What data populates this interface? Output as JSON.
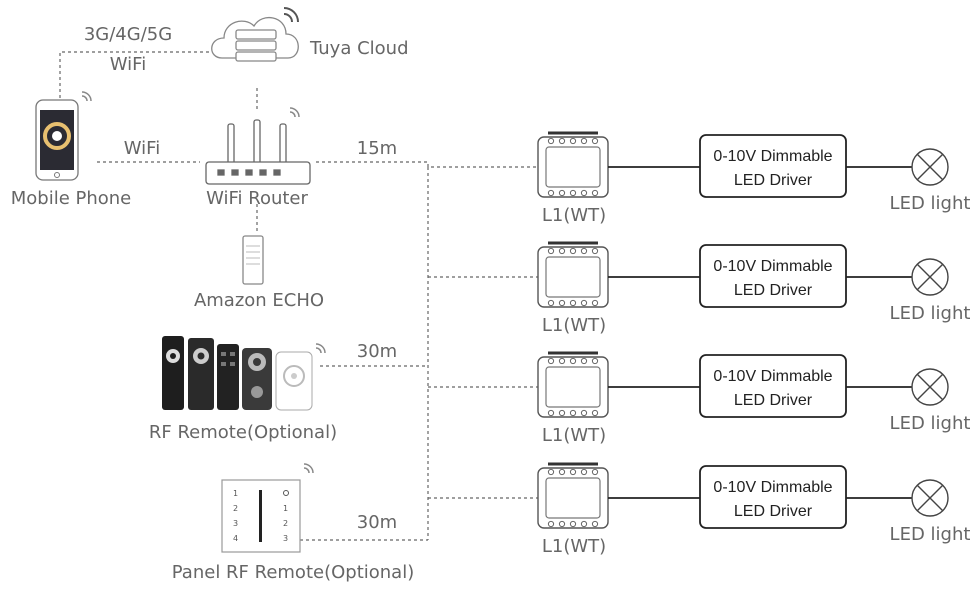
{
  "labels": {
    "network": "3G/4G/5G",
    "network_wifi": "WiFi",
    "cloud": "Tuya Cloud",
    "phone_wifi": "WiFi",
    "phone": "Mobile Phone",
    "router": "WiFi Router",
    "echo": "Amazon ECHO",
    "rf_remote": "RF Remote(Optional)",
    "panel_remote": "Panel RF Remote(Optional)",
    "dist_router": "15m",
    "dist_rf": "30m",
    "dist_panel": "30m"
  },
  "panel_numbers": {
    "left": [
      "1",
      "2",
      "3",
      "4"
    ],
    "right": [
      "1",
      "2",
      "3"
    ]
  },
  "channels": [
    {
      "module": "L1(WT)",
      "driver_line1": "0-10V Dimmable",
      "driver_line2": "LED Driver",
      "light": "LED light"
    },
    {
      "module": "L1(WT)",
      "driver_line1": "0-10V Dimmable",
      "driver_line2": "LED Driver",
      "light": "LED light"
    },
    {
      "module": "L1(WT)",
      "driver_line1": "0-10V Dimmable",
      "driver_line2": "LED Driver",
      "light": "LED light"
    },
    {
      "module": "L1(WT)",
      "driver_line1": "0-10V Dimmable",
      "driver_line2": "LED Driver",
      "light": "LED light"
    }
  ],
  "icons": [
    "cloud-icon",
    "router-icon",
    "smartphone-icon",
    "echo-speaker-icon",
    "rf-remote-icon",
    "panel-remote-icon",
    "dimmer-module-icon",
    "lamp-icon",
    "wifi-signal-icon"
  ]
}
